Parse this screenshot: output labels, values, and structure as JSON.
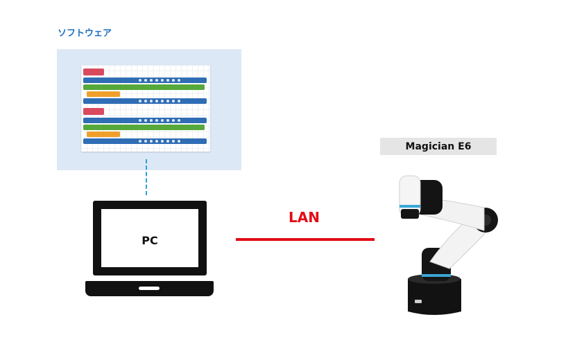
{
  "software": {
    "title": "ソフトウェア"
  },
  "pc": {
    "label": "PC"
  },
  "connection": {
    "label": "LAN",
    "color": "#e30b17"
  },
  "robot": {
    "label": "Magician E6"
  },
  "colors": {
    "accent": "#1f6fc0",
    "panel": "#dde8f6",
    "dashed_link": "#2aa0d8",
    "device": "#111111"
  }
}
